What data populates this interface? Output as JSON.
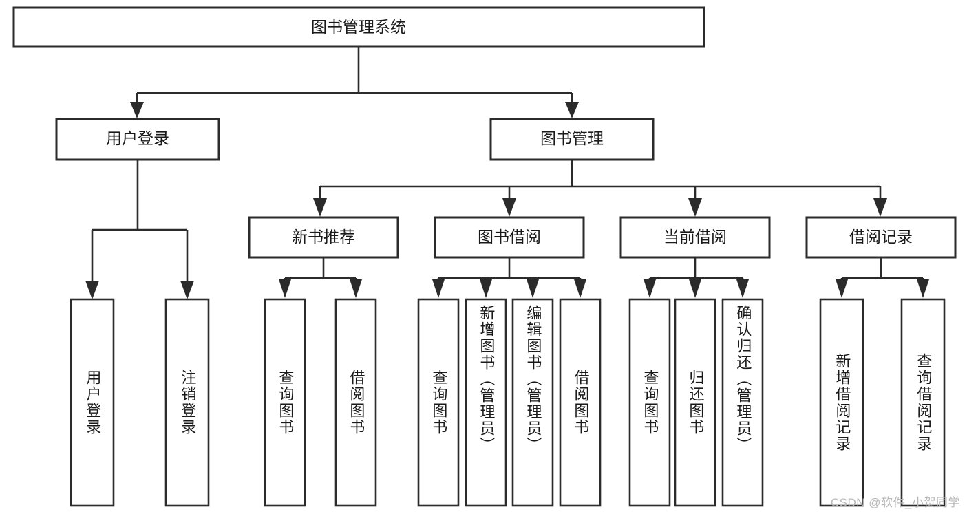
{
  "diagram": {
    "title": "图书管理系统",
    "watermark": "CSDN @软件_小贺同学",
    "colors": {
      "box_stroke": "#2b2b2b",
      "box_fill": "#ffffff",
      "text": "#1a1a1a",
      "background": "#ffffff",
      "watermark": "#b9b9b9"
    },
    "levels": {
      "root": {
        "label": "图书管理系统"
      },
      "level1": [
        {
          "label": "用户登录"
        },
        {
          "label": "图书管理"
        }
      ],
      "level2": [
        {
          "label": "新书推荐",
          "parent": "图书管理"
        },
        {
          "label": "图书借阅",
          "parent": "图书管理"
        },
        {
          "label": "当前借阅",
          "parent": "图书管理"
        },
        {
          "label": "借阅记录",
          "parent": "图书管理"
        }
      ],
      "leaves": [
        {
          "label": "用户登录",
          "parent": "用户登录"
        },
        {
          "label": "注销登录",
          "parent": "用户登录"
        },
        {
          "label": "查询图书",
          "parent": "新书推荐"
        },
        {
          "label": "借阅图书",
          "parent": "新书推荐"
        },
        {
          "label": "查询图书",
          "parent": "图书借阅"
        },
        {
          "label": "新增图书（管理员）",
          "parent": "图书借阅"
        },
        {
          "label": "编辑图书（管理员）",
          "parent": "图书借阅"
        },
        {
          "label": "借阅图书",
          "parent": "图书借阅"
        },
        {
          "label": "查询图书",
          "parent": "当前借阅"
        },
        {
          "label": "归还图书",
          "parent": "当前借阅"
        },
        {
          "label": "确认归还（管理员）",
          "parent": "当前借阅"
        },
        {
          "label": "新增借阅记录",
          "parent": "借阅记录"
        },
        {
          "label": "查询借阅记录",
          "parent": "借阅记录"
        }
      ]
    }
  }
}
